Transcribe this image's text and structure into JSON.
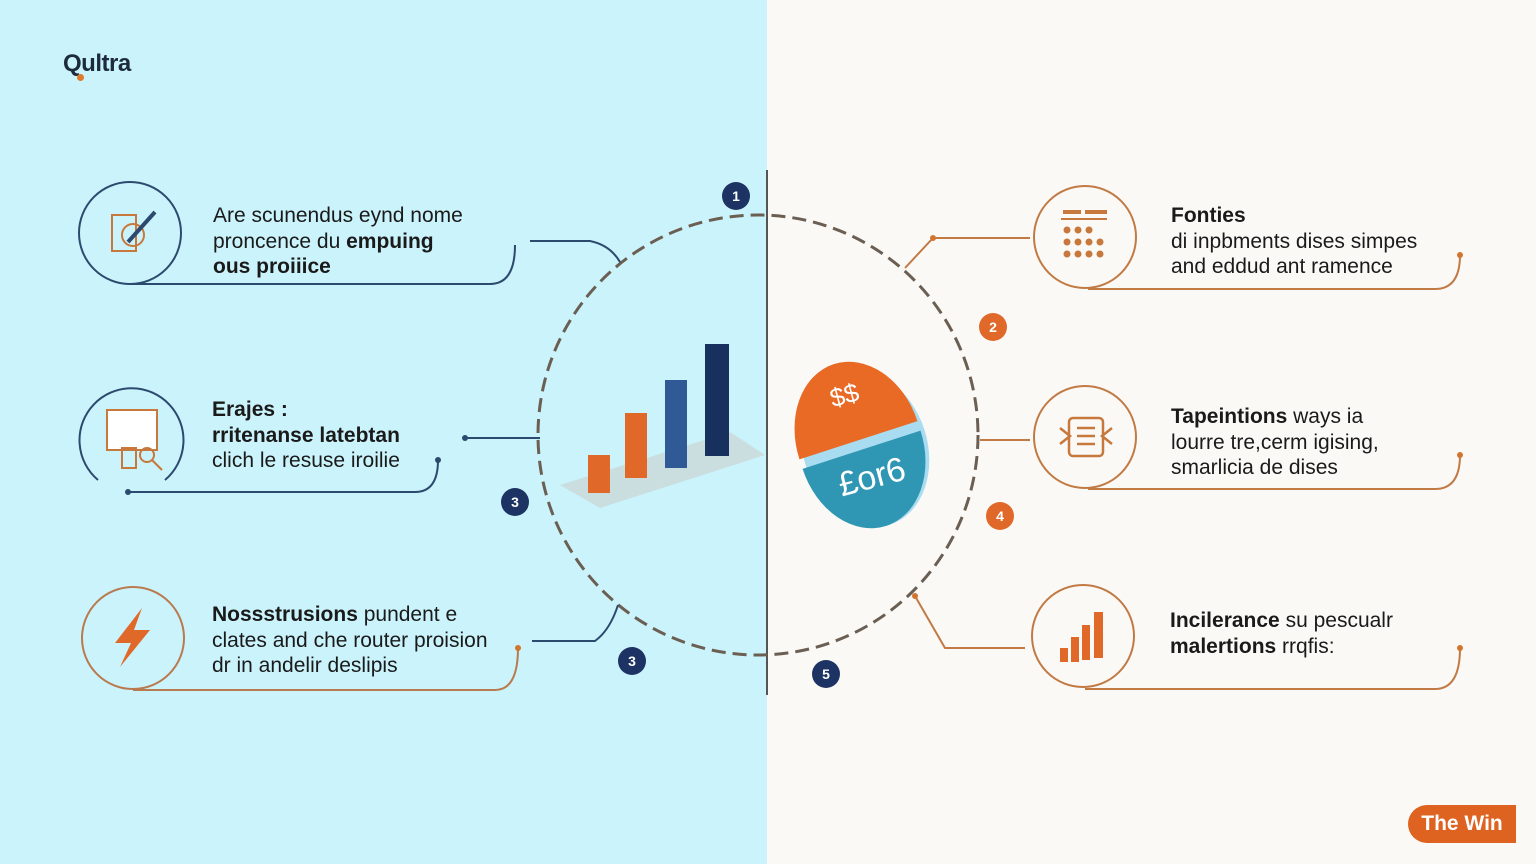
{
  "logo": {
    "text": "Qultra"
  },
  "colors": {
    "left_bg": "#cbf3fb",
    "right_bg": "#fbf9f6",
    "navy": "#1c3363",
    "orange": "#e0692a",
    "teal": "#2f97b3"
  },
  "left_items": [
    {
      "icon": "settings-document-icon",
      "lines": [
        {
          "normal": "Are scunendus eynd nome",
          "bold": ""
        },
        {
          "normal": "proncence du ",
          "bold": "empuing"
        },
        {
          "normal": "",
          "bold": "ous proiiice"
        }
      ]
    },
    {
      "icon": "whiteboard-search-icon",
      "lines": [
        {
          "normal": "",
          "bold": "Erajes :"
        },
        {
          "normal": "",
          "bold": "rritenanse latebtan"
        },
        {
          "normal": "clich le resuse iroilie",
          "bold": ""
        }
      ]
    },
    {
      "icon": "lightning-icon",
      "lines": [
        {
          "bold": "Nossstrusions",
          "normal": " pundent e"
        },
        {
          "normal": "clates and che router proision",
          "bold": ""
        },
        {
          "normal": "dr in andelir deslipis",
          "bold": ""
        }
      ]
    }
  ],
  "right_items": [
    {
      "icon": "calendar-grid-icon",
      "lines": [
        {
          "bold": "Fonties",
          "normal": ""
        },
        {
          "bold": "",
          "normal": "di inpbments dises simpes"
        },
        {
          "bold": "",
          "normal": "and eddud ant ramence"
        }
      ]
    },
    {
      "icon": "document-arrows-icon",
      "lines": [
        {
          "bold": "Tapeintions",
          "normal": " ways ia"
        },
        {
          "bold": "",
          "normal": "lourre tre,cerm igising,"
        },
        {
          "bold": "",
          "normal": "smarlicia de dises"
        }
      ]
    },
    {
      "icon": "bar-chart-icon",
      "lines": [
        {
          "bold": "Incilerance",
          "normal": " su pescualr"
        },
        {
          "bold": "malertions",
          "normal": " rrqfis:"
        }
      ]
    }
  ],
  "badges": [
    "1",
    "2",
    "3",
    "3",
    "4",
    "5"
  ],
  "coin": {
    "top": "$$",
    "bottom": "£or6"
  },
  "corner_button": "The Win"
}
